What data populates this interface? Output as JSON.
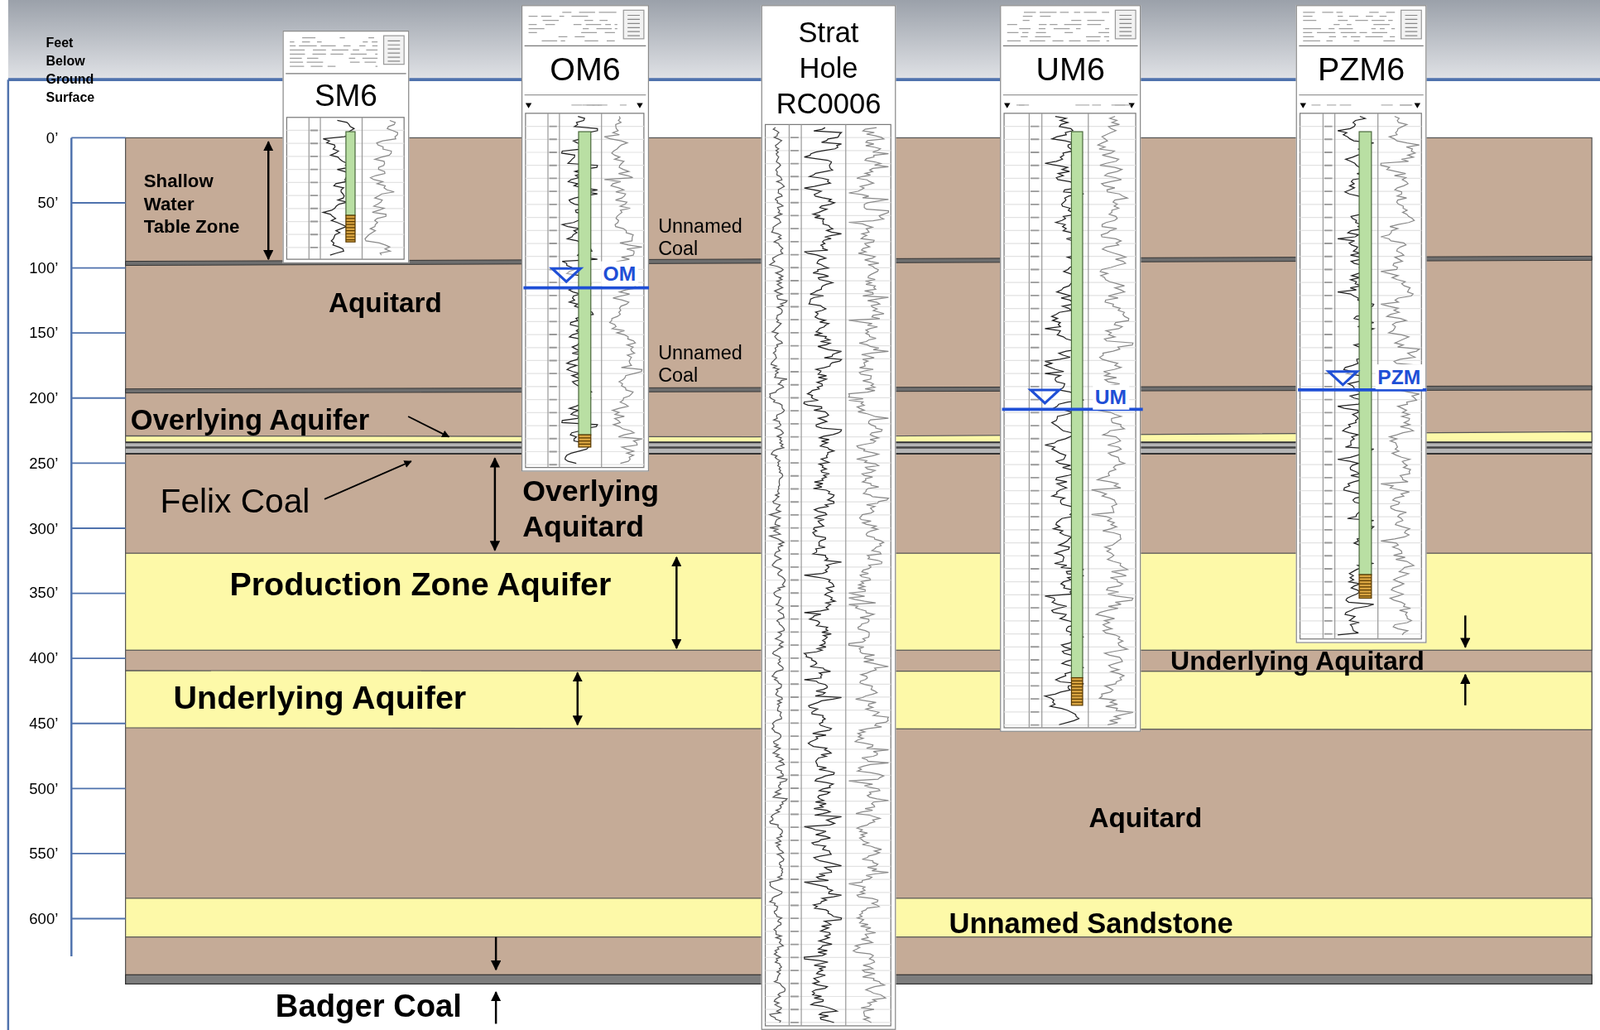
{
  "diagram": {
    "nodes": [
      {
        "text": [
          "SM6"
        ]
      },
      {
        "text": [
          "OM6"
        ]
      },
      {
        "text": [
          "Strat Hole RC0006"
        ]
      },
      {
        "text": [
          "UM6"
        ]
      },
      {
        "text": [
          "PZM6"
        ]
      }
    ],
    "labels": [
      "Feet Below Ground Surface",
      "0’",
      "50’",
      "100’",
      "150’",
      "200’",
      "250’",
      "300’",
      "350’",
      "400’",
      "450’",
      "500’",
      "550’",
      "600’",
      "Shallow Water Table Zone",
      "Aquitard",
      "Unnamed Coal",
      "OM",
      "Unnamed Coal",
      "UM",
      "PZM",
      "Overlying Aquifer",
      "Felix Coal",
      "Overlying Aquitard",
      "Production Zone Aquifer",
      "Underlying Aquitard",
      "Underlying Aquifer",
      "Aquitard",
      "Unnamed Sandstone",
      "Badger Coal"
    ]
  }
}
